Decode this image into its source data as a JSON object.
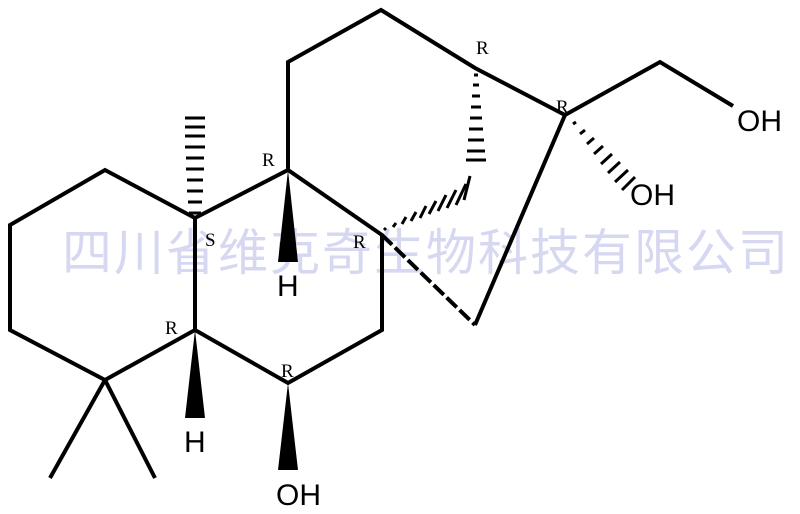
{
  "diagram": {
    "type": "chemical-structure",
    "atom_labels": {
      "oh_primary": "OH",
      "oh_tertiary": "OH",
      "oh_c6": "OH",
      "h_c9": "H",
      "h_c5": "H"
    },
    "stereo_labels": {
      "c9": "R",
      "c10": "S",
      "c8": "R",
      "c5": "R",
      "c6": "R",
      "c13": "R",
      "c16": "R"
    },
    "watermark": "四川省维克奇生物科技有限公司",
    "colors": {
      "bond": "#000000",
      "watermark": "#c9cbee",
      "background": "#ffffff"
    }
  }
}
